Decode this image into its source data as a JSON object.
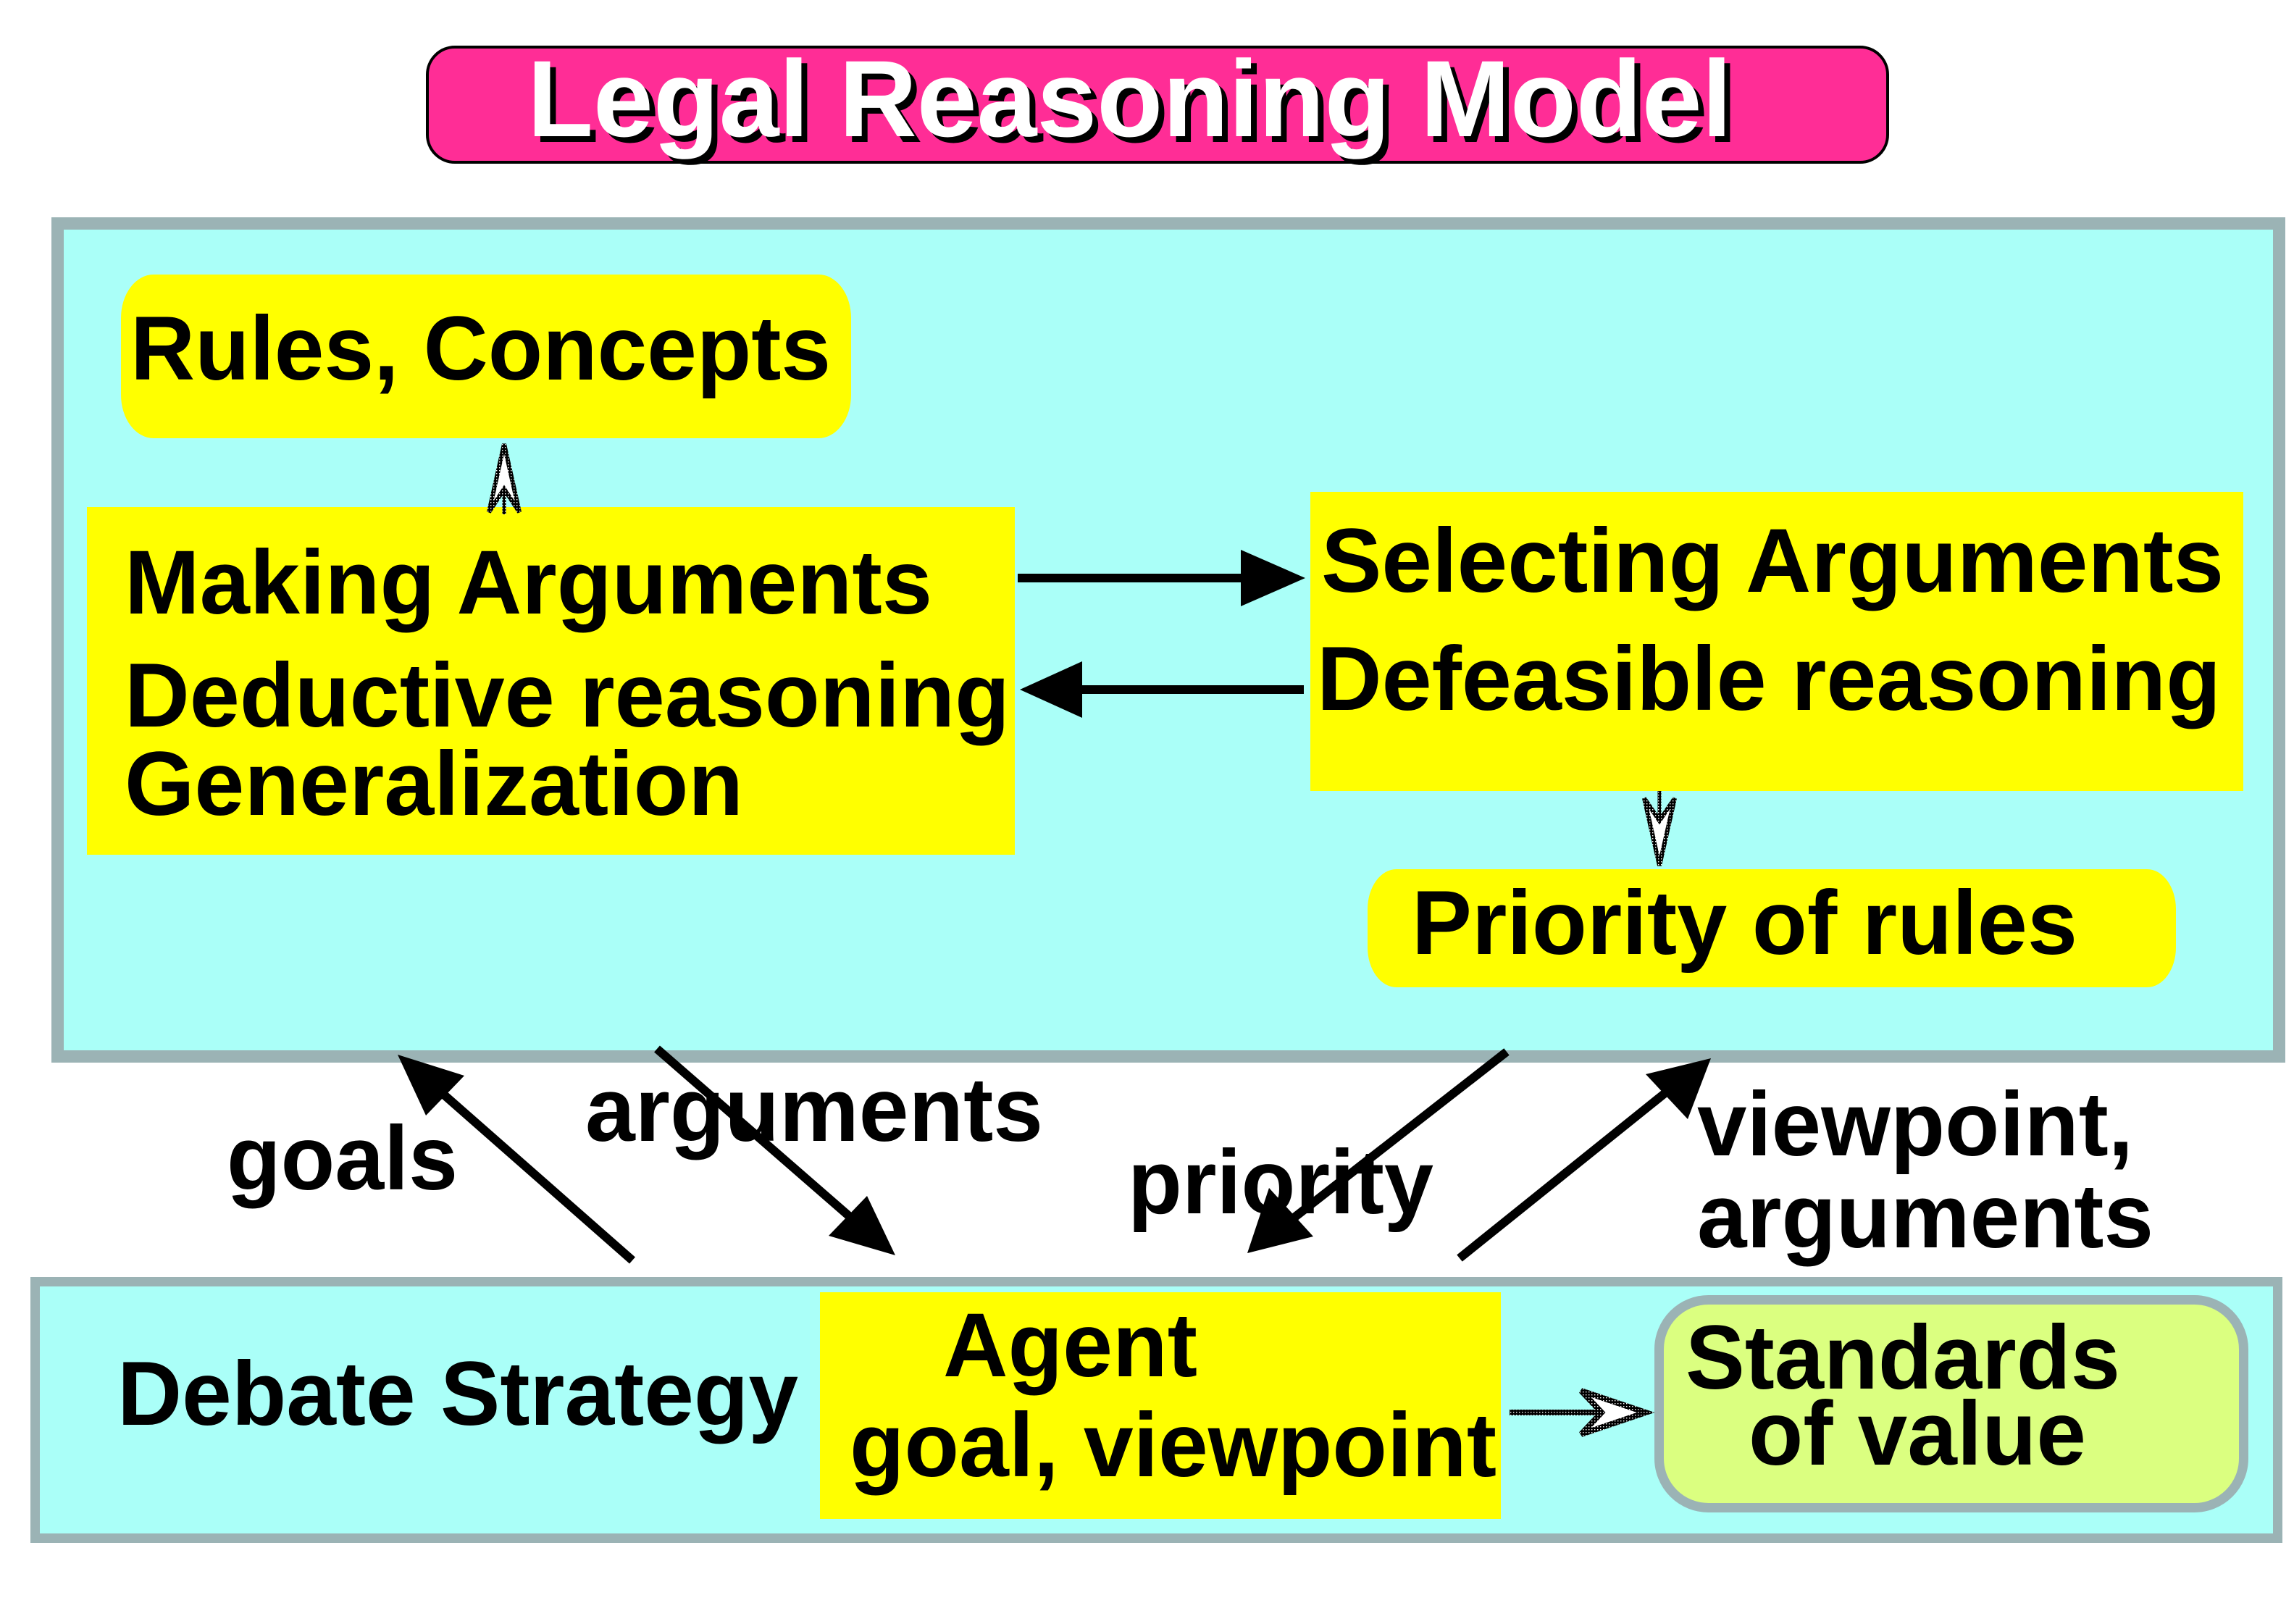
{
  "title": "Legal Reasoning Model",
  "colors": {
    "title_fill": "#FF2D96",
    "panel_fill": "#AAFFF8",
    "panel_border": "#9BB3B5",
    "node_fill": "#FFFF00",
    "standards_fill": "#DBFF80",
    "arrow": "#000000"
  },
  "reasoning_panel": {
    "rules_concepts": "Rules, Concepts",
    "making_arguments": {
      "line1": "Making Arguments",
      "line2": "Deductive reasoning",
      "line3": "Generalization"
    },
    "selecting_arguments": {
      "line1": "Selecting Arguments",
      "line2": "Defeasible reasoning"
    },
    "priority_of_rules": "Priority of rules"
  },
  "edge_labels": {
    "goals": "goals",
    "arguments": "arguments",
    "priority": "priority",
    "viewpoint_line1": "viewpoint,",
    "viewpoint_line2": "arguments"
  },
  "strategy_panel": {
    "label": "Debate Strategy",
    "agent": {
      "line1": "Agent",
      "line2": "goal, viewpoint"
    },
    "standards": {
      "line1": "Standards",
      "line2": "of value"
    }
  },
  "edges": [
    {
      "from": "making_arguments",
      "to": "rules_concepts",
      "style": "open-head"
    },
    {
      "from": "making_arguments",
      "to": "selecting_arguments",
      "style": "solid-head"
    },
    {
      "from": "selecting_arguments",
      "to": "making_arguments",
      "style": "solid-head"
    },
    {
      "from": "selecting_arguments",
      "to": "priority_of_rules",
      "style": "open-head"
    },
    {
      "from": "debate_strategy",
      "to": "reasoning_panel",
      "label": "goals",
      "style": "solid-head"
    },
    {
      "from": "reasoning_panel",
      "to": "agent",
      "label": "arguments",
      "style": "solid-head"
    },
    {
      "from": "reasoning_panel",
      "to": "agent",
      "label": "priority",
      "style": "solid-head"
    },
    {
      "from": "agent",
      "to": "reasoning_panel",
      "label": "viewpoint, arguments",
      "style": "solid-head"
    },
    {
      "from": "agent",
      "to": "standards",
      "style": "open-head"
    }
  ]
}
